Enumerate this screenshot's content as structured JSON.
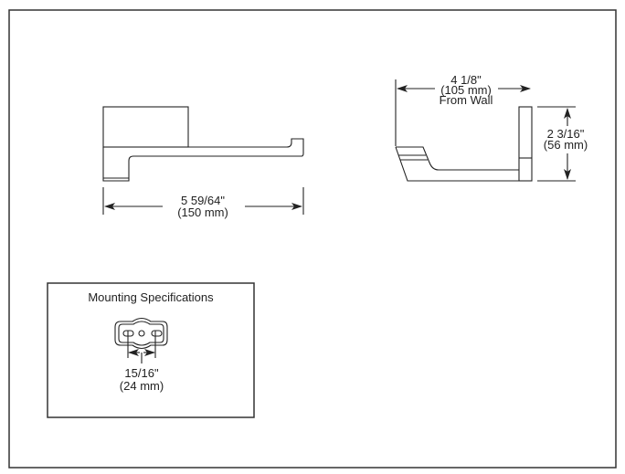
{
  "front_view": {
    "width_in": "5 59/64\"",
    "width_mm": "(150 mm)"
  },
  "side_view": {
    "projection_in": "4 1/8\"",
    "projection_mm": "(105 mm)",
    "projection_note": "From Wall",
    "height_in": "2 3/16\"",
    "height_mm": "(56 mm)"
  },
  "mounting": {
    "title": "Mounting Specifications",
    "spacing_in": "15/16\"",
    "spacing_mm": "(24 mm)"
  }
}
